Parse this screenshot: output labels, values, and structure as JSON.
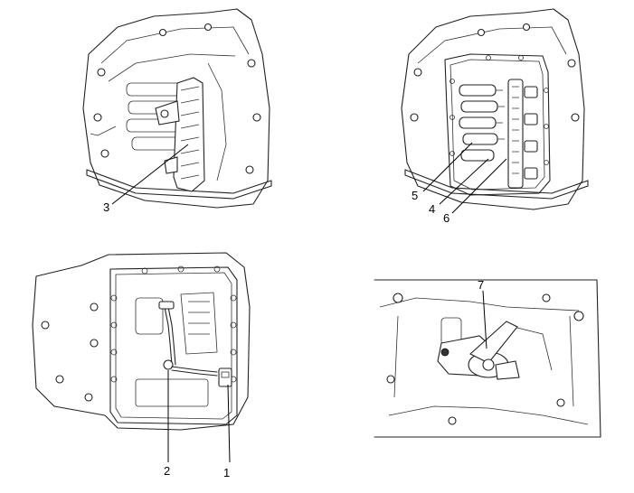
{
  "panels": [
    {
      "id": "top-left",
      "callouts": [
        "3"
      ]
    },
    {
      "id": "top-right",
      "callouts": [
        "5",
        "4",
        "6"
      ]
    },
    {
      "id": "bottom-left",
      "callouts": [
        "2",
        "1"
      ]
    },
    {
      "id": "bottom-right",
      "callouts": [
        "7"
      ]
    }
  ],
  "labels": {
    "c1": "1",
    "c2": "2",
    "c3": "3",
    "c4": "4",
    "c5": "5",
    "c6": "6",
    "c7": "7"
  }
}
